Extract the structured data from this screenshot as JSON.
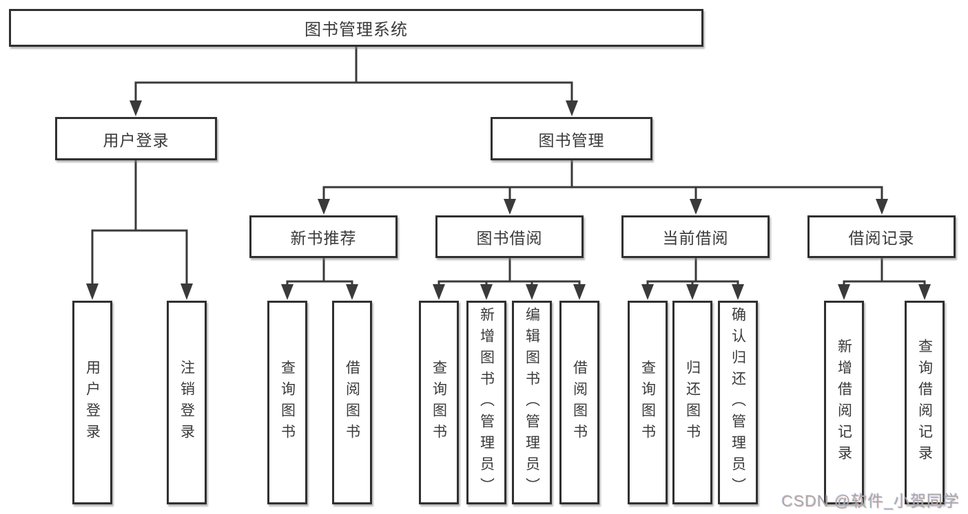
{
  "tree": {
    "label": "图书管理系统",
    "children": [
      {
        "label": "用户登录",
        "children": [
          {
            "label": "用户登录"
          },
          {
            "label": "注销登录"
          }
        ]
      },
      {
        "label": "图书管理",
        "children": [
          {
            "label": "新书推荐",
            "children": [
              {
                "label": "查询图书"
              },
              {
                "label": "借阅图书"
              }
            ]
          },
          {
            "label": "图书借阅",
            "children": [
              {
                "label": "查询图书"
              },
              {
                "label": "新增图书（管理员）"
              },
              {
                "label": "编辑图书（管理员）"
              },
              {
                "label": "借阅图书"
              }
            ]
          },
          {
            "label": "当前借阅",
            "children": [
              {
                "label": "查询图书"
              },
              {
                "label": "归还图书"
              },
              {
                "label": "确认归还（管理员）"
              }
            ]
          },
          {
            "label": "借阅记录",
            "children": [
              {
                "label": "新增借阅记录"
              },
              {
                "label": "查询借阅记录"
              }
            ]
          }
        ]
      }
    ]
  },
  "watermark": "CSDN @软件_小贺同学",
  "colors": {
    "line": "#3a3a3a",
    "box_border": "#303030",
    "text": "#3a3a3a",
    "watermark": "#a8a8a8",
    "background": "#ffffff"
  }
}
